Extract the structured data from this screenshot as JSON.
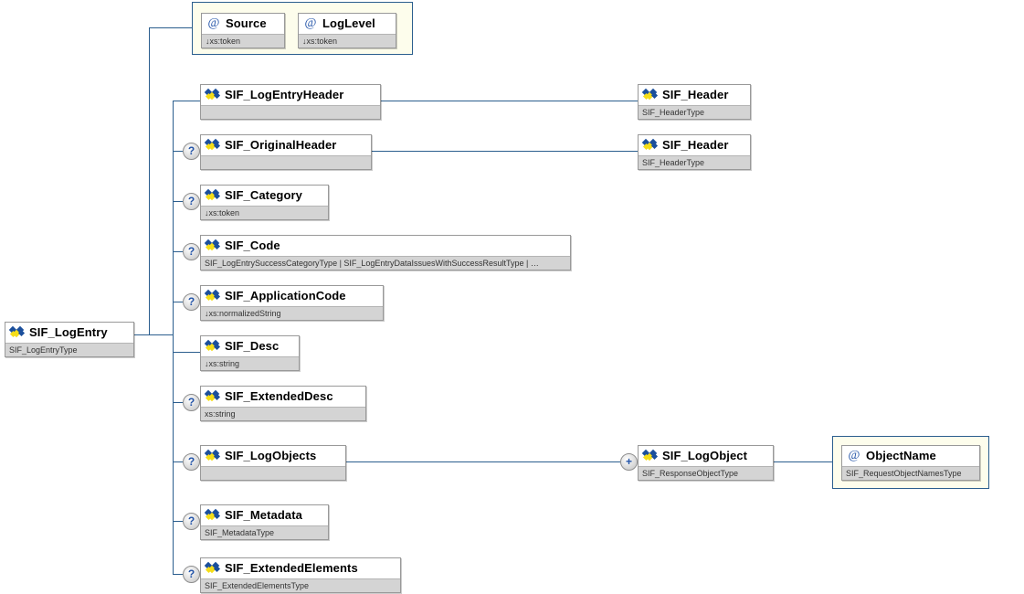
{
  "diagram": {
    "kind": "xml-schema-tree",
    "root": {
      "name": "SIF_LogEntry",
      "type": "SIF_LogEntryType",
      "icon": "element-icon"
    },
    "attribute_group": {
      "attributes": [
        {
          "name": "Source",
          "type": "↓xs:token",
          "icon": "attribute-at-icon"
        },
        {
          "name": "LogLevel",
          "type": "↓xs:token",
          "icon": "attribute-at-icon"
        }
      ]
    },
    "children": [
      {
        "name": "SIF_LogEntryHeader",
        "type": "",
        "optional": false,
        "badge": ""
      },
      {
        "name": "SIF_OriginalHeader",
        "type": "",
        "optional": true,
        "badge": "?"
      },
      {
        "name": "SIF_Category",
        "type": "↓xs:token",
        "optional": true,
        "badge": "?"
      },
      {
        "name": "SIF_Code",
        "type": "SIF_LogEntrySuccessCategoryType | SIF_LogEntryDataIssuesWithSuccessResultType | …",
        "optional": true,
        "badge": "?"
      },
      {
        "name": "SIF_ApplicationCode",
        "type": "↓xs:normalizedString",
        "optional": true,
        "badge": "?"
      },
      {
        "name": "SIF_Desc",
        "type": "↓xs:string",
        "optional": false,
        "badge": ""
      },
      {
        "name": "SIF_ExtendedDesc",
        "type": "xs:string",
        "optional": true,
        "badge": "?"
      },
      {
        "name": "SIF_LogObjects",
        "type": "",
        "optional": true,
        "badge": "?"
      },
      {
        "name": "SIF_Metadata",
        "type": "SIF_MetadataType",
        "optional": true,
        "badge": "?"
      },
      {
        "name": "SIF_ExtendedElements",
        "type": "SIF_ExtendedElementsType",
        "optional": true,
        "badge": "?"
      }
    ],
    "right_nodes": [
      {
        "name": "SIF_Header",
        "type": "SIF_HeaderType",
        "badge": ""
      },
      {
        "name": "SIF_Header",
        "type": "SIF_HeaderType",
        "badge": ""
      },
      {
        "name": "SIF_LogObject",
        "type": "SIF_ResponseObjectType",
        "badge": "+"
      }
    ],
    "far_right_attribute": {
      "name": "ObjectName",
      "type": "SIF_RequestObjectNamesType",
      "icon": "attribute-at-icon"
    },
    "colors": {
      "connector": "#2b5e8e",
      "subtitle_bg": "#d4d4d4",
      "group_bg": "#fdfdec",
      "icon_blue": "#1b4f9c",
      "icon_yellow": "#f5dd18",
      "badge_text": "#2354a8"
    }
  }
}
